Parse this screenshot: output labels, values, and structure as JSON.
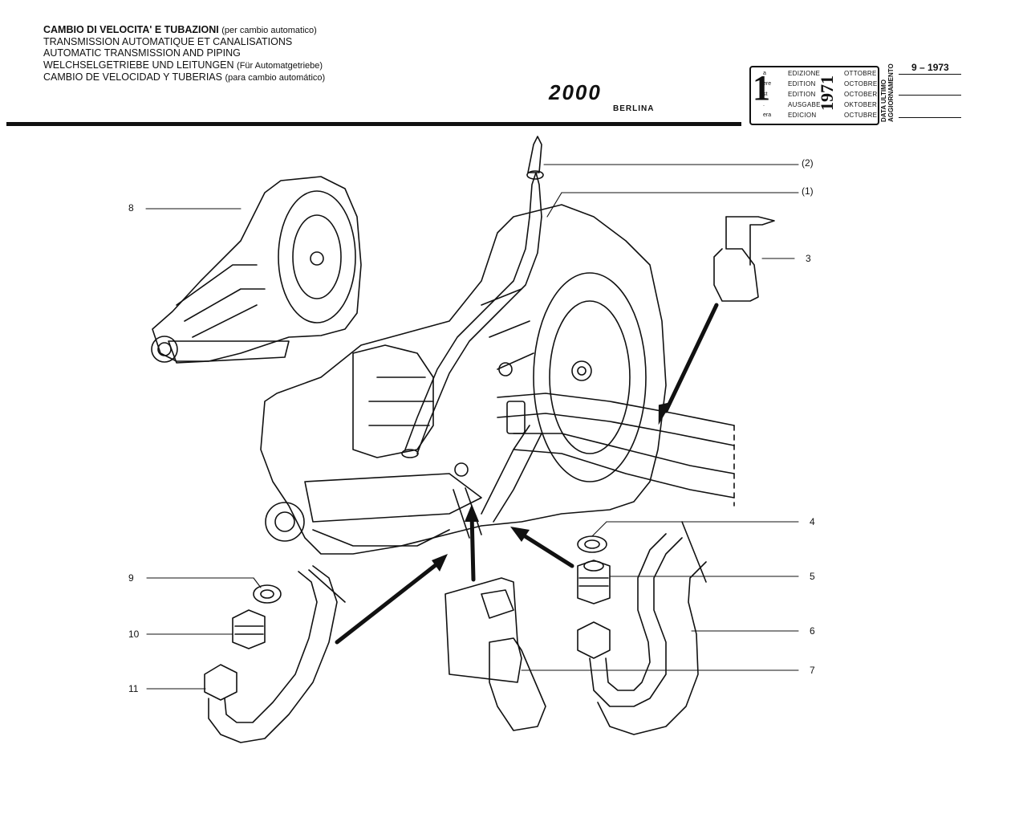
{
  "header": {
    "title_it_bold": "CAMBIO DI VELOCITA' E TUBAZIONI",
    "title_it_small": "(per cambio automatico)",
    "title_fr": "TRANSMISSION AUTOMATIQUE ET CANALISATIONS",
    "title_en": "AUTOMATIC TRANSMISSION AND PIPING",
    "title_de_bold": "WELCHSELGETRIEBE UND LEITUNGEN",
    "title_de_small": "(Für Automatgetriebe)",
    "title_es_bold": "CAMBIO DE VELOCIDAD Y TUBERIAS",
    "title_es_small": "(para cambio automático)"
  },
  "logo": {
    "model": "2000",
    "variant": "BERLINA"
  },
  "edition_box": {
    "number": "1",
    "suffixes": [
      "a",
      "ere",
      "st",
      ".",
      "era"
    ],
    "labels": [
      "EDIZIONE",
      "EDITION",
      "EDITION",
      "AUSGABE",
      "EDICION"
    ],
    "months": [
      "OTTOBRE",
      "OCTOBRE",
      "OCTOBER",
      "OKTOBER",
      "OCTUBRE"
    ],
    "year": "1971"
  },
  "update": {
    "label_line1": "DATA ULTIMO",
    "label_line2": "AGGIORNAMENTO",
    "date": "9 – 1973"
  },
  "callouts": {
    "c2": "(2)",
    "c1": "(1)",
    "c3": "3",
    "c8": "8",
    "c4": "4",
    "c5": "5",
    "c6": "6",
    "c7": "7",
    "c9": "9",
    "c10": "10",
    "c11": "11"
  }
}
